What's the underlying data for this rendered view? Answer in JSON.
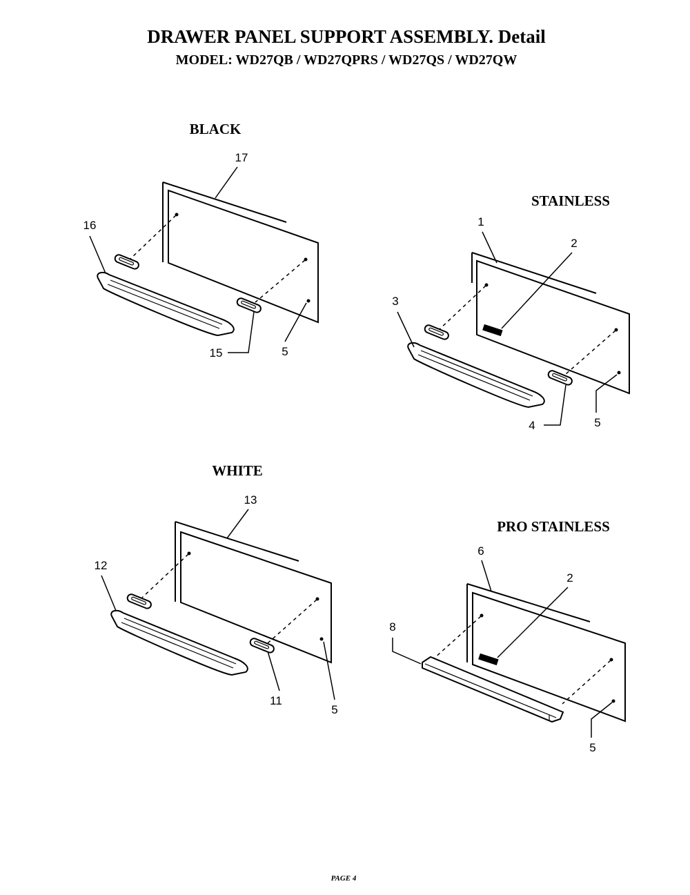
{
  "header": {
    "title": "DRAWER PANEL SUPPORT ASSEMBLY. Detail",
    "model": "MODEL: WD27QB / WD27QPRS / WD27QS / WD27QW"
  },
  "sections": {
    "black": {
      "label": "BLACK",
      "callouts": {
        "panel": "17",
        "handle": "16",
        "spacer": "15",
        "screw": "5"
      }
    },
    "stainless": {
      "label": "STAINLESS",
      "callouts": {
        "panel": "1",
        "badge": "2",
        "handle": "3",
        "spacer": "4",
        "screw": "5"
      }
    },
    "white": {
      "label": "WHITE",
      "callouts": {
        "panel": "13",
        "handle": "12",
        "spacer": "11",
        "screw": "5"
      }
    },
    "pro_stainless": {
      "label": "PRO STAINLESS",
      "callouts": {
        "panel": "6",
        "badge": "2",
        "handle": "8",
        "screw": "5"
      }
    }
  },
  "footer": {
    "page": "PAGE 4"
  }
}
